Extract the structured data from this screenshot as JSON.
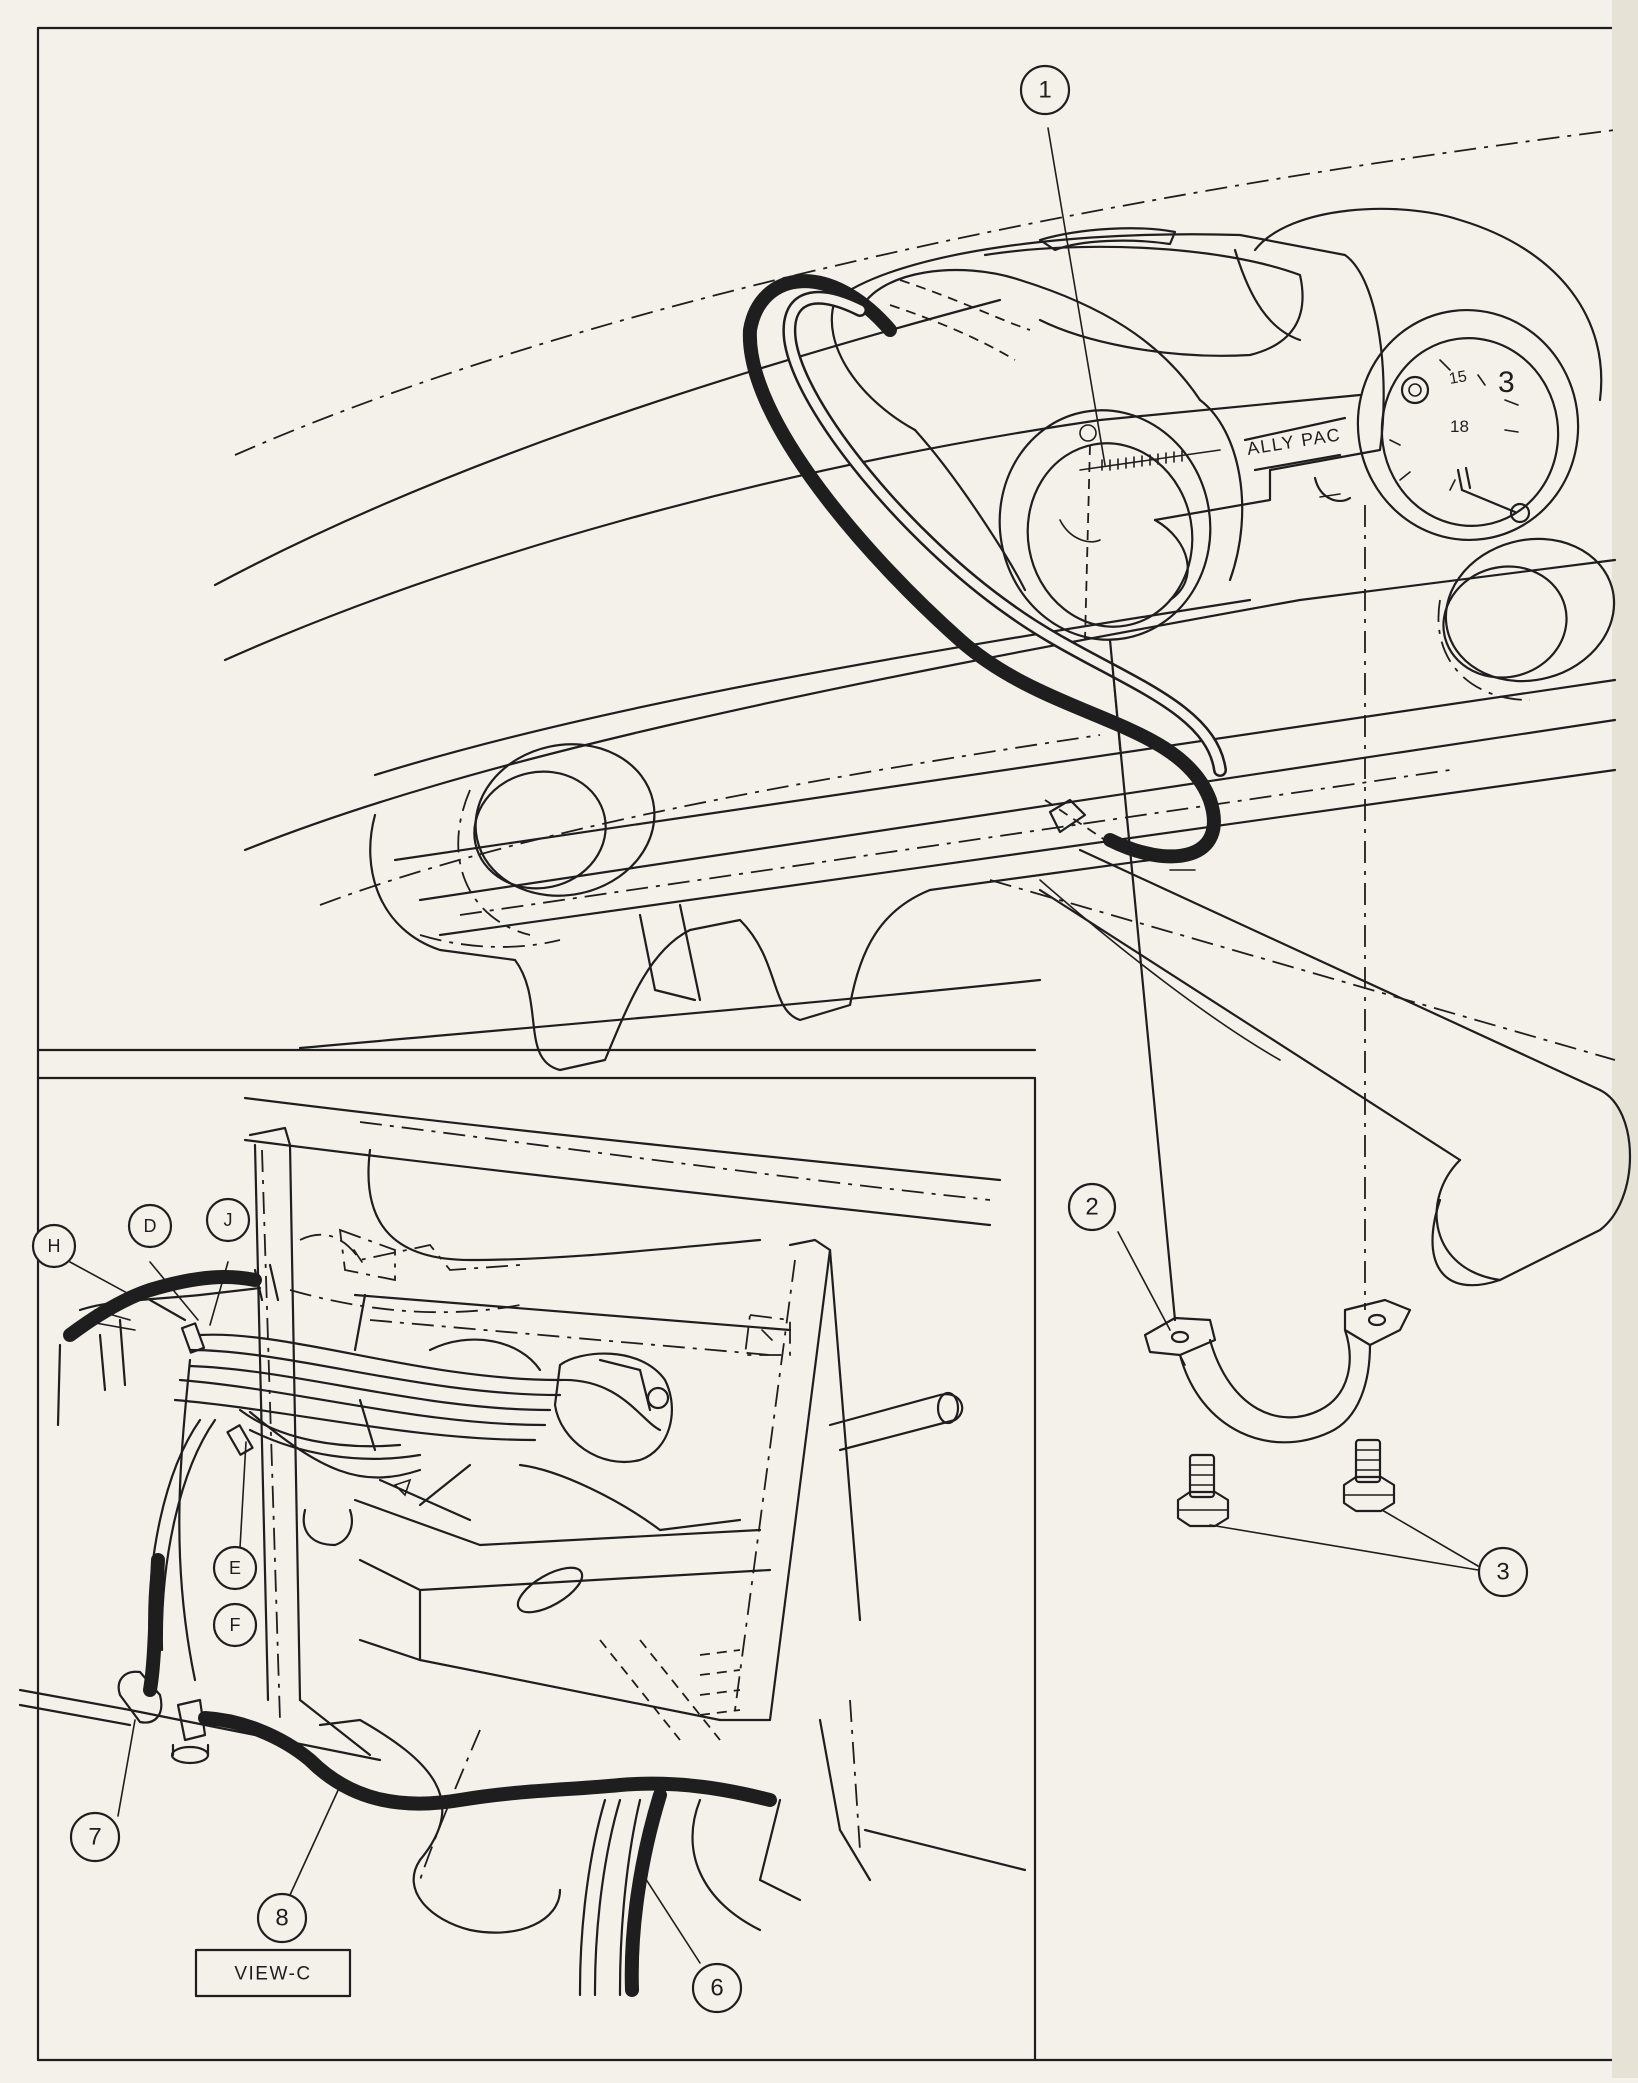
{
  "gauge_text": {
    "brand": "ALLY PAC",
    "clock_15": "15",
    "clock_18": "18",
    "clock_3": "3"
  },
  "callouts": [
    {
      "id": "c1",
      "label": "1"
    },
    {
      "id": "c2",
      "label": "2"
    },
    {
      "id": "c3",
      "label": "3"
    },
    {
      "id": "cH",
      "label": "H"
    },
    {
      "id": "cD",
      "label": "D"
    },
    {
      "id": "cJ",
      "label": "J"
    },
    {
      "id": "cE",
      "label": "E"
    },
    {
      "id": "cF",
      "label": "F"
    },
    {
      "id": "c7",
      "label": "7"
    },
    {
      "id": "c8",
      "label": "8"
    },
    {
      "id": "c6",
      "label": "6"
    }
  ],
  "view_label": "VIEW-C"
}
